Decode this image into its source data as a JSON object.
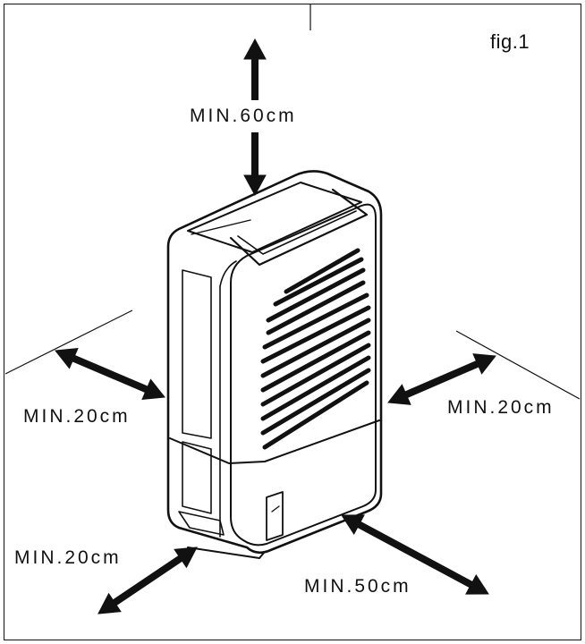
{
  "figure_label": "fig.1",
  "clearances": {
    "top": "MIN.60cm",
    "left": "MIN.20cm",
    "right": "MIN.20cm",
    "front_left": "MIN.20cm",
    "front_right": "MIN.50cm"
  },
  "colors": {
    "line": "#111111",
    "background": "#ffffff"
  }
}
